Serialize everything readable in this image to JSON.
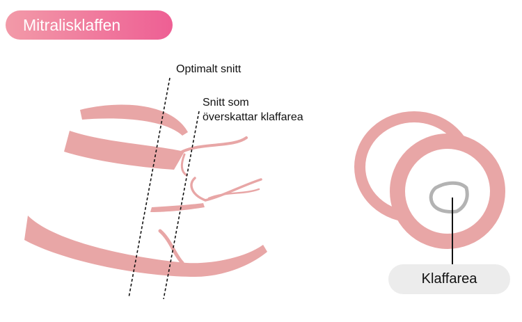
{
  "title": "Mitralisklaffen",
  "labels": {
    "optimal_cut": "Optimalt snitt",
    "overestimate_cut_line1": "Snitt som",
    "overestimate_cut_line2": "överskattar klaffarea",
    "valve_area": "Klaffarea"
  },
  "colors": {
    "tissue": "#e8a6a6",
    "title_gradient_start": "#f29aa8",
    "title_gradient_end": "#ee5f94",
    "valve_outline": "#b3b3b3",
    "label_pill": "#ececec"
  }
}
